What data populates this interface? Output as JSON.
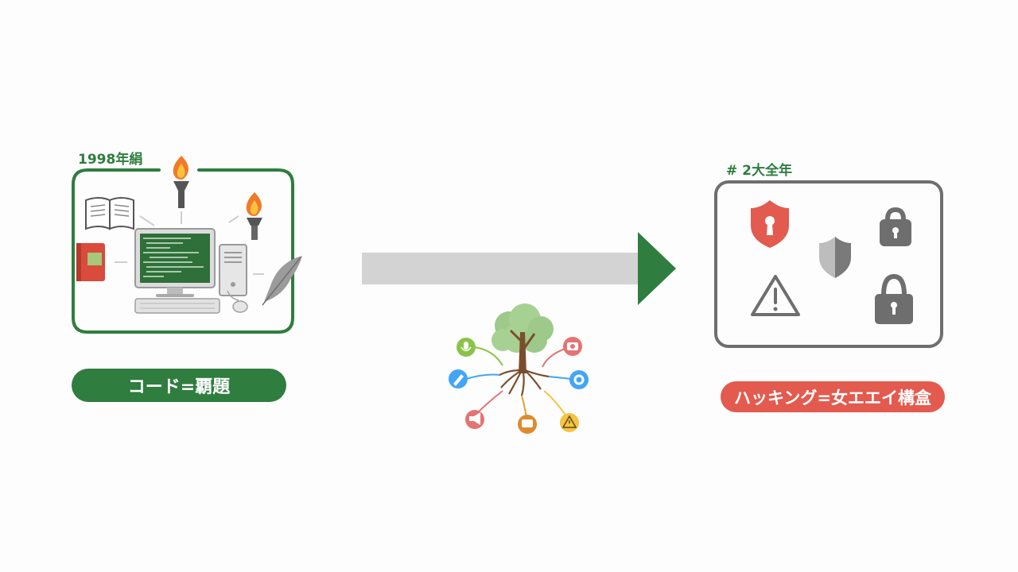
{
  "left_panel": {
    "year_label": "1998年絹",
    "caption": "コード=覇題",
    "icons": [
      "open-book-icon",
      "red-book-icon",
      "torch-icon",
      "computer-code-icon",
      "keyboard-icon",
      "mouse-icon",
      "feather-quill-icon"
    ]
  },
  "right_panel": {
    "year_label": "# 2大全年",
    "caption": "ハッキング=女エエイ構盒",
    "icons": [
      "red-shield-keyhole-icon",
      "gray-shield-icon",
      "padlock-keyhole-icon",
      "warning-triangle-icon",
      "padlock-icon"
    ]
  },
  "center": {
    "arrow": "right-arrow",
    "tree_icons": [
      "microphone-icon",
      "pen-icon",
      "megaphone-icon",
      "camera-icon",
      "gear-icon",
      "warning-icon",
      "chat-icon"
    ]
  },
  "colors": {
    "green": "#2f7d3f",
    "red": "#e35a4f",
    "gray": "#6e6e6e",
    "arrow_gray": "#d3d3d3"
  }
}
